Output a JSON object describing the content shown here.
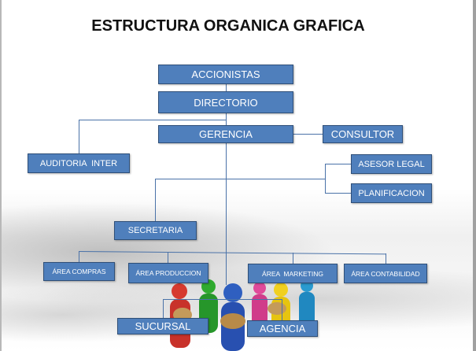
{
  "title": "ESTRUCTURA ORGANICA GRAFICA",
  "nodes": {
    "accionistas": "ACCIONISTAS",
    "directorio": "DIRECTORIO",
    "gerencia": "GERENCIA",
    "consultor": "CONSULTOR",
    "auditoria": "AUDITORIA  INTER",
    "asesor_legal": "ASESOR LEGAL",
    "planificacion": "PLANIFICACION",
    "secretaria": "SECRETARIA",
    "area_compras": "ÁREA COMPRAS",
    "area_produccion": "ÁREA PRODUCCION",
    "area_marketing": "ÁREA  MARKETING",
    "area_contabilidad": "ÁREA CONTABILIDAD",
    "sucursal": "SUCURSAL",
    "agencia": "AGENCIA"
  },
  "colors": {
    "box": "#4f7fbc",
    "line": "#4a72a8"
  }
}
